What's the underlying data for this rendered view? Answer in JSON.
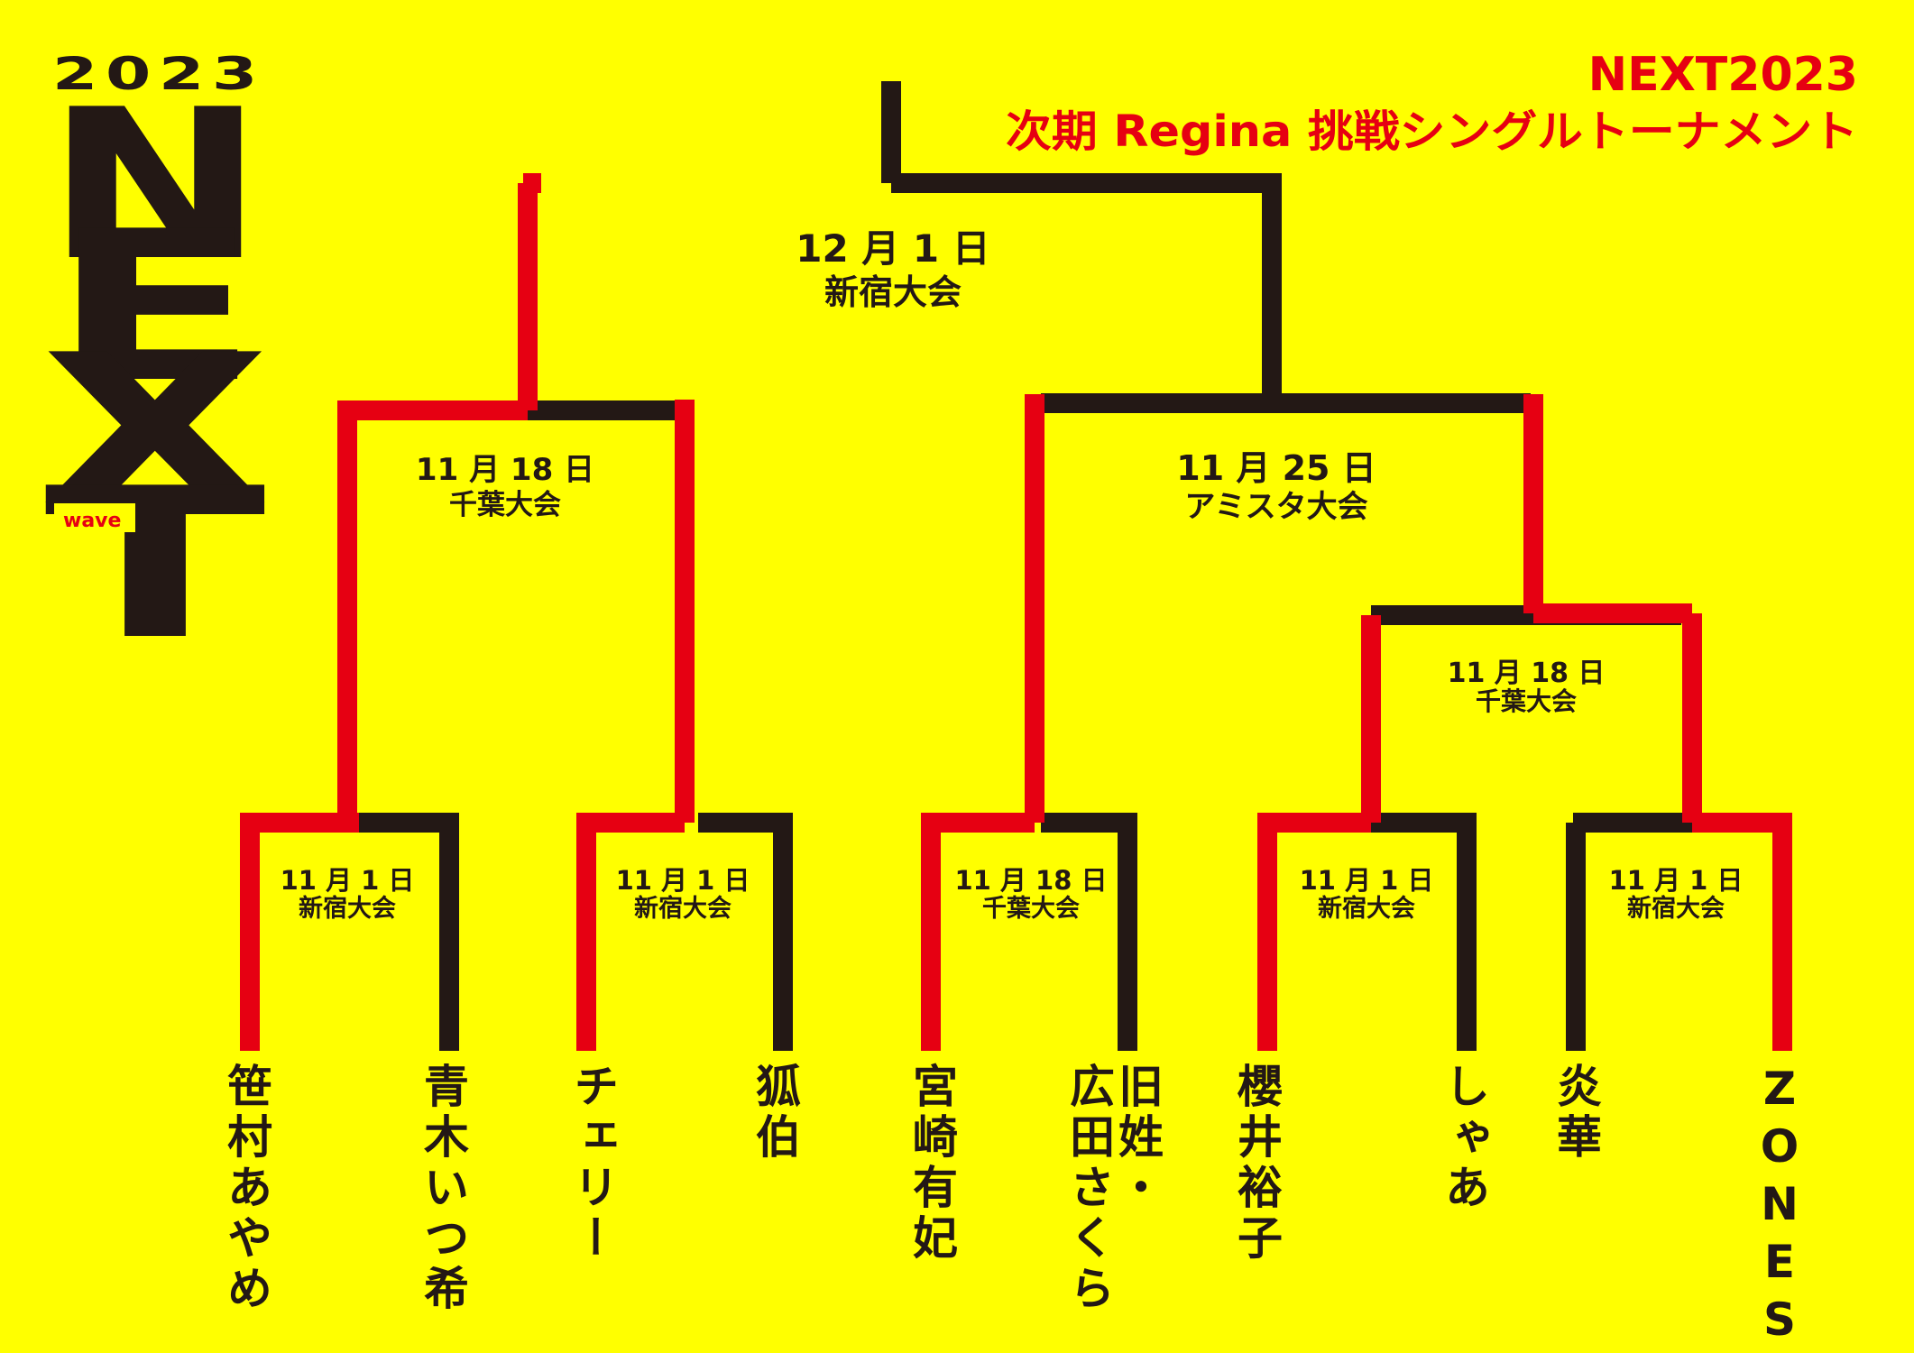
{
  "logo": {
    "year": "2023",
    "letters": [
      "N",
      "E",
      "X",
      "T"
    ],
    "wave": "wave"
  },
  "title": {
    "line1": "NEXT2023",
    "line2": "次期 Regina 挑戦シングルトーナメント"
  },
  "colors": {
    "background": "#ffff00",
    "line": "#231815",
    "winner": "#e60012"
  },
  "matches": {
    "final": {
      "date": "12 月 1 日",
      "venue": "新宿大会"
    },
    "semi_left": {
      "date": "11 月 18 日",
      "venue": "千葉大会"
    },
    "semi_right": {
      "date": "11 月 25 日",
      "venue": "アミスタ大会"
    },
    "qf_right": {
      "date": "11 月 18 日",
      "venue": "千葉大会"
    },
    "r1_1": {
      "date": "11 月 1 日",
      "venue": "新宿大会"
    },
    "r1_2": {
      "date": "11 月 1 日",
      "venue": "新宿大会"
    },
    "r1_3": {
      "date": "11 月 18 日",
      "venue": "千葉大会"
    },
    "r1_4": {
      "date": "11 月 1 日",
      "venue": "新宿大会"
    },
    "r1_5": {
      "date": "11 月 1 日",
      "venue": "新宿大会"
    }
  },
  "players": [
    {
      "col1": "笹村あやめ"
    },
    {
      "col1": "青木いつ希"
    },
    {
      "col1": "チェリー"
    },
    {
      "col1": "狐伯"
    },
    {
      "col1": "宮崎有妃"
    },
    {
      "col1": "旧姓・",
      "col2": "広田さくら"
    },
    {
      "col1": "櫻井裕子"
    },
    {
      "col1": "しゃあ"
    },
    {
      "col1": "炎華"
    },
    {
      "col1": "ZONES"
    }
  ]
}
